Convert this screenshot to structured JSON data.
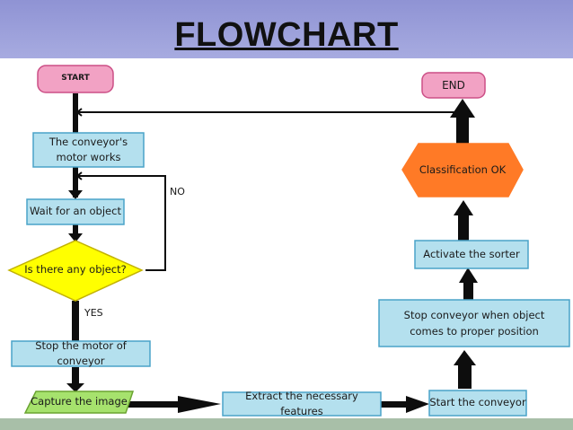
{
  "header": {
    "title": "FLOWCHART"
  },
  "nodes": {
    "start": "START",
    "motor_works": "The conveyor's motor works",
    "wait": "Wait for an object",
    "decision": "Is there any object?",
    "stop_motor": "Stop the motor of conveyor",
    "capture": "Capture the image",
    "extract": "Extract the necessary features",
    "start_conveyor": "Start the conveyor",
    "stop_conveyor": "Stop conveyor when object comes to proper position",
    "activate_sorter": "Activate the sorter",
    "classification": "Classification OK",
    "end": "END"
  },
  "edge_labels": {
    "no": "NO",
    "yes": "YES"
  },
  "colors": {
    "header_bg": "#9ea2db",
    "process_fill": "#b4e0ee",
    "process_stroke": "#4aa3c8",
    "terminal_fill": "#f2a2c4",
    "terminal_stroke": "#cc4f86",
    "decision_fill": "#ffff00",
    "capture_fill": "#a6e26d",
    "classification_fill": "#ff7a26",
    "arrow": "#0d0d0d",
    "footer": "#a8bfa8"
  }
}
